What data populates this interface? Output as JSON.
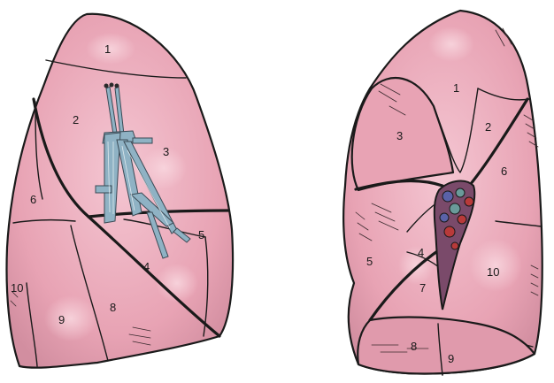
{
  "colors": {
    "lung_pink": "#e8a3b4",
    "lung_light": "#f4c6d2",
    "lung_shadow": "#c98496",
    "vessel_blue": "#8fb2c4",
    "hilum_dark": "#7a4a6a",
    "hilum_red": "#b83a3a",
    "hilum_blue": "#5a62a8",
    "hilum_teal": "#6a9a9a",
    "outline": "#1a1a1a"
  },
  "diagram": {
    "lateral_view": {
      "segment_labels": [
        "1",
        "2",
        "3",
        "4",
        "5",
        "6",
        "8",
        "9",
        "10"
      ]
    },
    "medial_view": {
      "segment_labels": [
        "1",
        "2",
        "3",
        "4",
        "5",
        "6",
        "7",
        "8",
        "9",
        "10"
      ]
    }
  }
}
